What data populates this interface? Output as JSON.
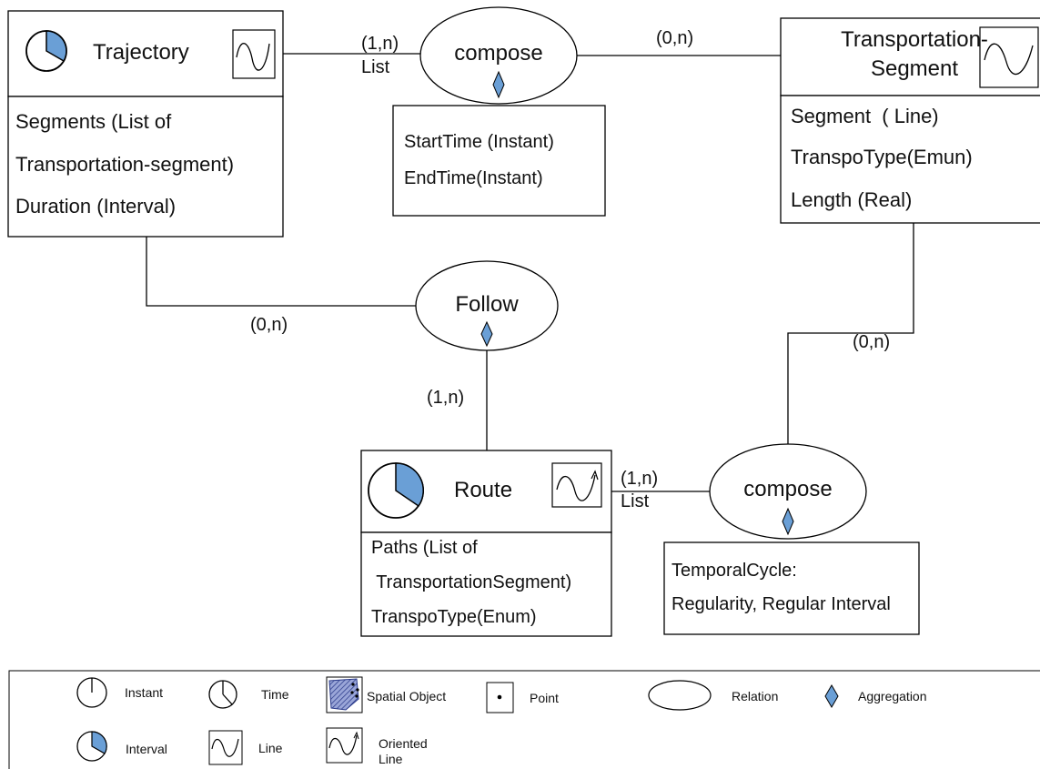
{
  "colors": {
    "fill": "#6a9fd6",
    "line": "#000000",
    "background": "#ffffff"
  },
  "entities": {
    "trajectory": {
      "name": "Trajectory",
      "icons": [
        "interval-icon",
        "line-icon"
      ],
      "attributes": [
        "Segments (List of",
        "Transportation-segment)",
        "Duration (Interval)"
      ]
    },
    "transportation_segment": {
      "name_line1": "Transportation-",
      "name_line2": "Segment",
      "icons": [
        "line-icon"
      ],
      "attributes": [
        "Segment  ( Line)",
        "TranspoType(Emun)",
        "Length (Real)"
      ]
    },
    "route": {
      "name": "Route",
      "icons": [
        "interval-icon",
        "oriented-line-icon"
      ],
      "attributes": [
        "Paths (List of",
        " TransportationSegment)",
        "TranspoType(Enum)"
      ]
    }
  },
  "relations": {
    "compose_top": {
      "name": "compose",
      "icons": [
        "aggregation-icon"
      ],
      "attributes": [
        "StartTime (Instant)",
        "EndTime(Instant)"
      ]
    },
    "follow": {
      "name": "Follow",
      "icons": [
        "aggregation-icon"
      ]
    },
    "compose_bottom": {
      "name": "compose",
      "icons": [
        "aggregation-icon"
      ],
      "attributes": [
        "TemporalCycle:",
        "Regularity, Regular Interval"
      ]
    }
  },
  "cardinalities": {
    "trajectory_compose": "(1,n)",
    "trajectory_compose_list": "List",
    "compose_segment": "(0,n)",
    "trajectory_follow": "(0,n)",
    "follow_route": "(1,n)",
    "segment_compose": "(0,n)",
    "route_compose": "(1,n)",
    "route_compose_list": "List"
  },
  "legend": {
    "instant": "Instant",
    "time": "Time",
    "spatial_object": "Spatial Object",
    "point": "Point",
    "relation": "Relation",
    "aggregation": "Aggregation",
    "interval": "Interval",
    "line": "Line",
    "oriented_line_1": "Oriented",
    "oriented_line_2": "Line"
  }
}
